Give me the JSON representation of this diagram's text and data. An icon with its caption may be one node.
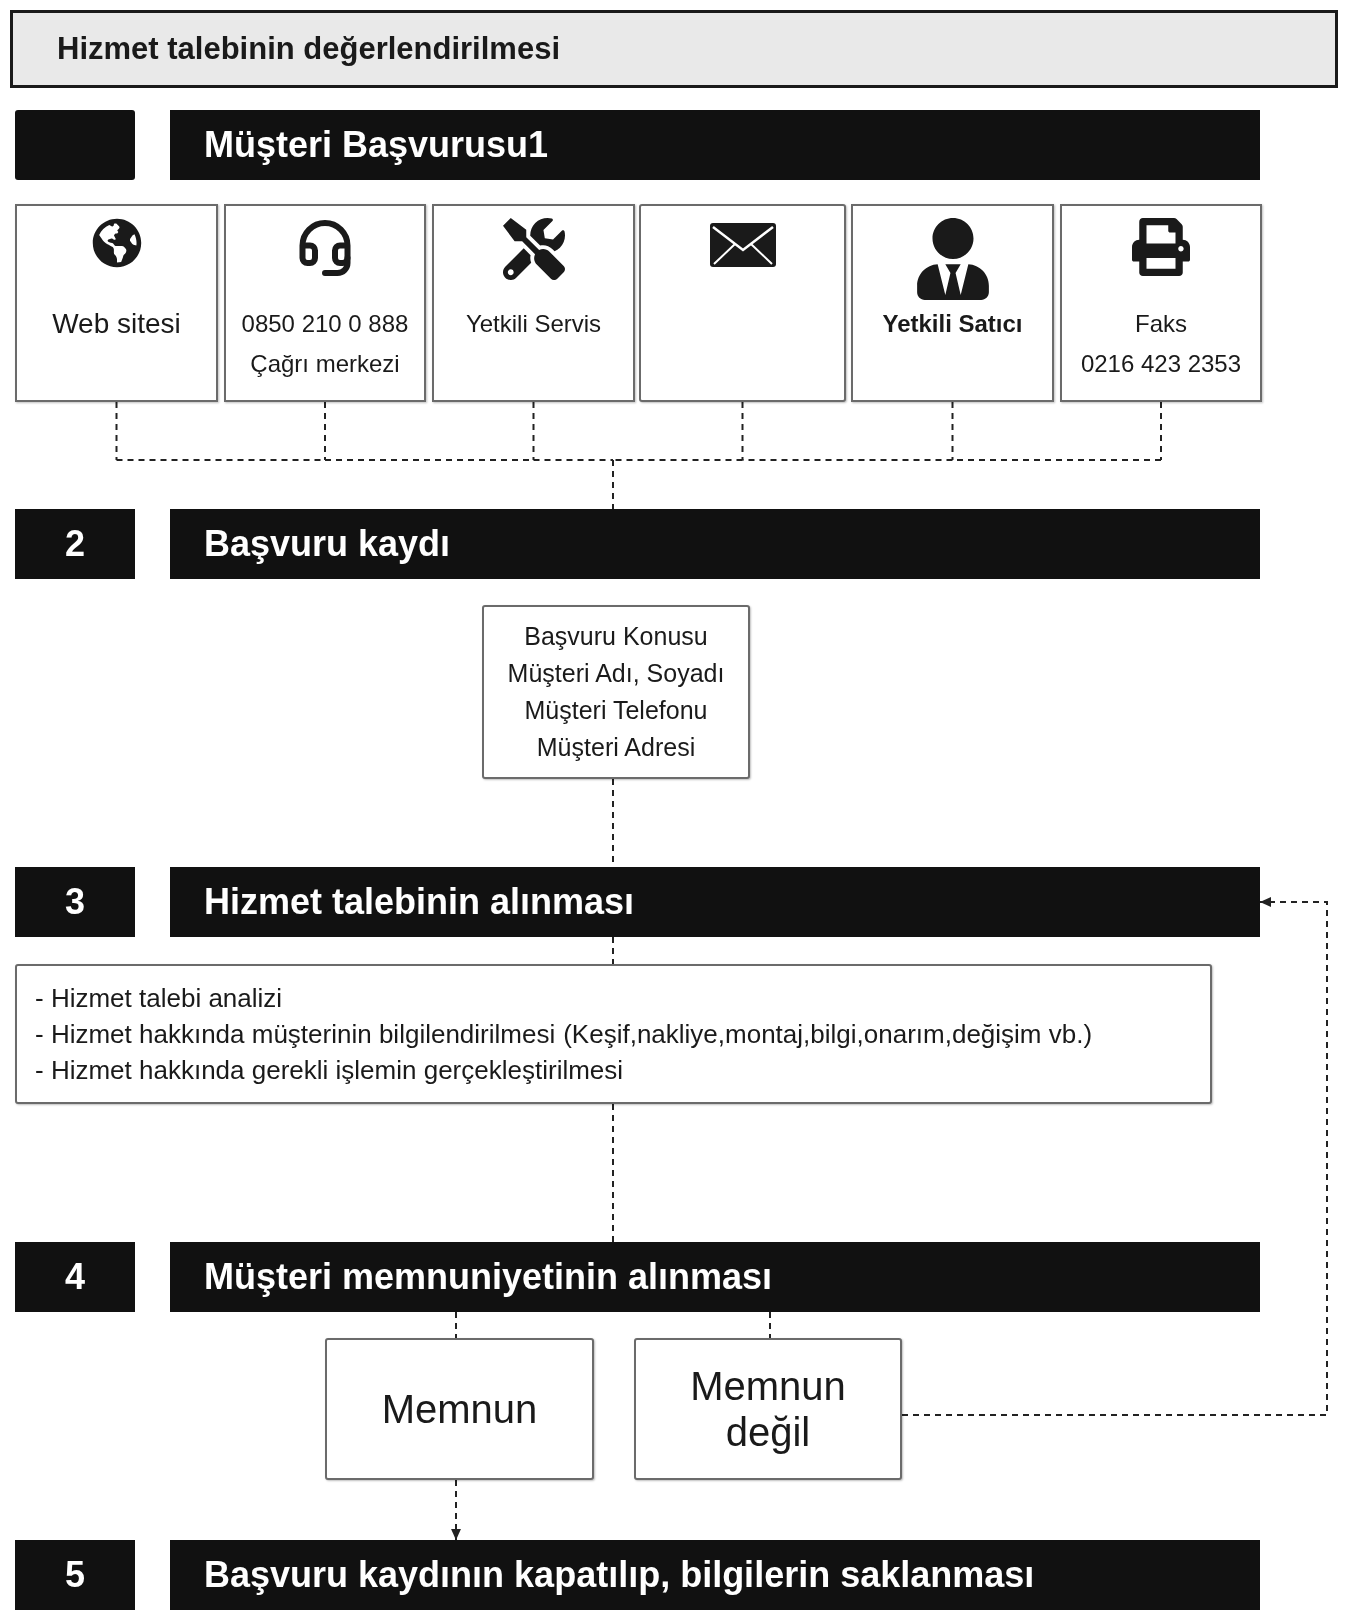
{
  "diagram": {
    "title": "Hizmet talebinin değerlendirilmesi",
    "nodes": [
      {
        "text": [],
        "shape": "box"
      },
      {
        "text": [
          "Müşteri Başvurusu1"
        ]
      },
      {
        "text": [
          "Web sitesi"
        ]
      },
      {
        "text": [
          "0850 210 0 888",
          "Çağrı merkezi"
        ]
      },
      {
        "text": [
          "Yetkili Servis"
        ]
      },
      {
        "text": [],
        "shape": "box"
      },
      {
        "text": [
          "Yetkili Satıcı"
        ]
      },
      {
        "text": [
          "Faks",
          "0216 423 2353"
        ]
      },
      {
        "text": [
          "2"
        ]
      },
      {
        "text": [
          "Başvuru kaydı"
        ]
      },
      {
        "text": [
          "Başvuru Konusu",
          "Müşteri Adı, Soyadı",
          "Müşteri Telefonu",
          "Müşteri Adresi"
        ]
      },
      {
        "text": [
          "3"
        ]
      },
      {
        "text": [
          "Hizmet talebinin alınması"
        ]
      },
      {
        "text": [
          "- Hizmet talebi analizi",
          "- Hizmet hakkında müşterinin bilgilendirilmesi",
          "(Keşif,nakliye,montaj,bilgi,onarım,değişim vb.)",
          "- Hizmet hakkında gerekli işlemin gerçekleştirilmesi"
        ]
      },
      {
        "text": [
          "4"
        ]
      },
      {
        "text": [
          "Müşteri memnuniyetinin alınması"
        ]
      },
      {
        "text": [
          "Memnun"
        ]
      },
      {
        "text": [
          "Memnun değil"
        ]
      },
      {
        "text": [
          "5"
        ]
      },
      {
        "text": [
          "Başvuru kaydının kapatılıp, bilgilerin saklanması"
        ]
      }
    ],
    "edges": [
      {
        "from": 2,
        "to": 9,
        "arrow": "none",
        "style": "dashed"
      },
      {
        "from": 3,
        "to": 9,
        "arrow": "none",
        "style": "dashed"
      },
      {
        "from": 4,
        "to": 9,
        "arrow": "none",
        "style": "dashed"
      },
      {
        "from": 5,
        "to": 9,
        "arrow": "none",
        "style": "dashed"
      },
      {
        "from": 6,
        "to": 9,
        "arrow": "none",
        "style": "dashed"
      },
      {
        "from": 7,
        "to": 9,
        "arrow": "none",
        "style": "dashed"
      },
      {
        "from": 10,
        "to": 12,
        "arrow": "none",
        "style": "dashed"
      },
      {
        "from": 12,
        "to": 13,
        "arrow": "none",
        "style": "dashed"
      },
      {
        "from": 13,
        "to": 15,
        "arrow": "none",
        "style": "dashed"
      },
      {
        "from": 15,
        "to": 16,
        "arrow": "none",
        "style": "dashed"
      },
      {
        "from": 15,
        "to": 17,
        "arrow": "none",
        "style": "dashed"
      },
      {
        "from": 16,
        "to": 19,
        "arrow": "to",
        "style": "dashed"
      },
      {
        "from": 17,
        "to": 12,
        "arrow": "to",
        "style": "dashed"
      }
    ]
  }
}
